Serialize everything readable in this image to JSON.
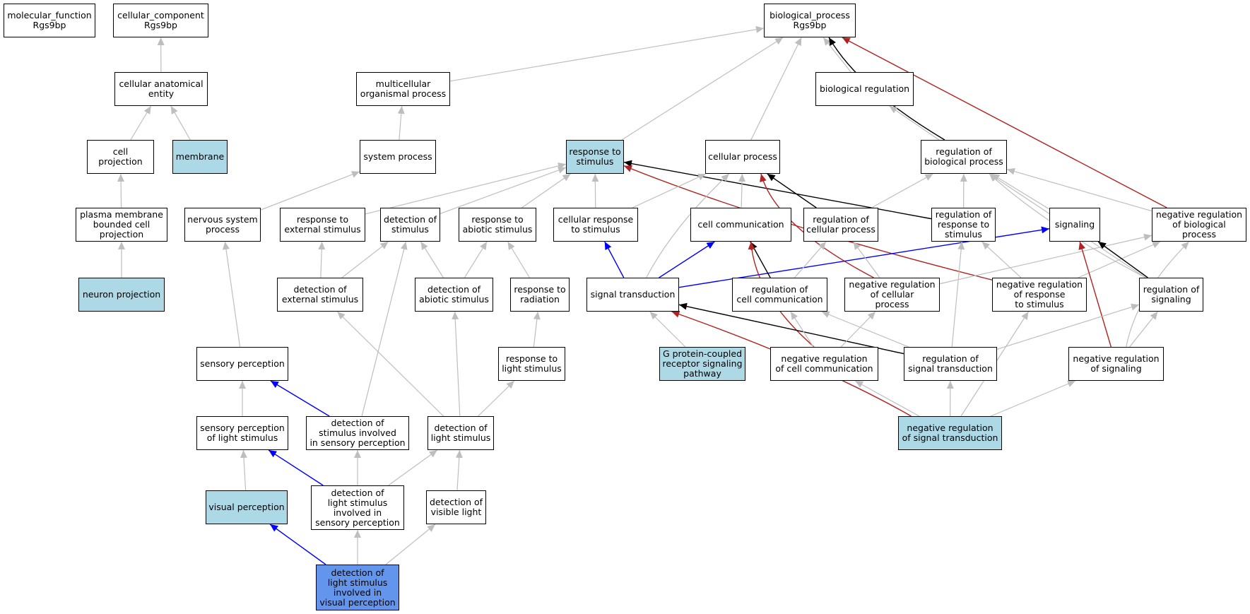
{
  "colors": {
    "is_a": "#bebebe",
    "part_of": "#0000ff",
    "regulates": "#000000",
    "negatively_regulates": "#b22222",
    "node_default": "#ffffff",
    "node_annotated": "#add8e6",
    "node_query": "#6495ed"
  },
  "nodes": {
    "mf": {
      "label": "molecular_function\nRgs9bp",
      "kind": "default"
    },
    "cc": {
      "label": "cellular_component\nRgs9bp",
      "kind": "default"
    },
    "bp": {
      "label": "biological_process\nRgs9bp",
      "kind": "default"
    },
    "cae": {
      "label": "cellular anatomical\nentity",
      "kind": "default"
    },
    "mop": {
      "label": "multicellular\norganismal process",
      "kind": "default"
    },
    "breg": {
      "label": "biological regulation",
      "kind": "default"
    },
    "cproj": {
      "label": "cell projection",
      "kind": "default"
    },
    "memb": {
      "label": "membrane",
      "kind": "annotated"
    },
    "sysp": {
      "label": "system process",
      "kind": "default"
    },
    "rts": {
      "label": "response to\nstimulus",
      "kind": "annotated"
    },
    "cellp": {
      "label": "cellular process",
      "kind": "default"
    },
    "rbp": {
      "label": "regulation of\nbiological process",
      "kind": "default"
    },
    "pmb": {
      "label": "plasma membrane\nbounded cell\nprojection",
      "kind": "default"
    },
    "nsp": {
      "label": "nervous system\nprocess",
      "kind": "default"
    },
    "rtes": {
      "label": "response to\nexternal stimulus",
      "kind": "default"
    },
    "dos": {
      "label": "detection of\nstimulus",
      "kind": "default"
    },
    "rtas": {
      "label": "response to\nabiotic stimulus",
      "kind": "default"
    },
    "crts": {
      "label": "cellular response\nto stimulus",
      "kind": "default"
    },
    "ccom": {
      "label": "cell communication",
      "kind": "default"
    },
    "rcp": {
      "label": "regulation of\ncellular process",
      "kind": "default"
    },
    "rrts": {
      "label": "regulation of\nresponse to\nstimulus",
      "kind": "default"
    },
    "sig": {
      "label": "signaling",
      "kind": "default"
    },
    "nrbp": {
      "label": "negative regulation\nof biological\nprocess",
      "kind": "default"
    },
    "np": {
      "label": "neuron projection",
      "kind": "annotated"
    },
    "does": {
      "label": "detection of\nexternal stimulus",
      "kind": "default"
    },
    "doas": {
      "label": "detection of\nabiotic stimulus",
      "kind": "default"
    },
    "rtr": {
      "label": "response to\nradiation",
      "kind": "default"
    },
    "st": {
      "label": "signal transduction",
      "kind": "default"
    },
    "rcc": {
      "label": "regulation of\ncell communication",
      "kind": "default"
    },
    "nrcp": {
      "label": "negative regulation\nof cellular\nprocess",
      "kind": "default"
    },
    "nrrts": {
      "label": "negative regulation\nof response\nto stimulus",
      "kind": "default"
    },
    "rsig": {
      "label": "regulation of\nsignaling",
      "kind": "default"
    },
    "sp": {
      "label": "sensory perception",
      "kind": "default"
    },
    "rtls": {
      "label": "response to\nlight stimulus",
      "kind": "default"
    },
    "gpcr": {
      "label": "G protein-coupled\nreceptor signaling\npathway",
      "kind": "annotated"
    },
    "nrcc": {
      "label": "negative regulation\nof cell communication",
      "kind": "default"
    },
    "rst": {
      "label": "regulation of\nsignal transduction",
      "kind": "default"
    },
    "nrsig": {
      "label": "negative regulation\nof signaling",
      "kind": "default"
    },
    "spls": {
      "label": "sensory perception\nof light stimulus",
      "kind": "default"
    },
    "dosisp": {
      "label": "detection of\nstimulus involved\nin sensory perception",
      "kind": "default"
    },
    "dols": {
      "label": "detection of\nlight stimulus",
      "kind": "default"
    },
    "nrst": {
      "label": "negative regulation\nof signal transduction",
      "kind": "annotated"
    },
    "vp": {
      "label": "visual perception",
      "kind": "annotated"
    },
    "dolsisp": {
      "label": "detection of\nlight stimulus\ninvolved in\nsensory perception",
      "kind": "default"
    },
    "dovl": {
      "label": "detection of\nvisible light",
      "kind": "default"
    },
    "dolsivp": {
      "label": "detection of\nlight stimulus\ninvolved in\nvisual perception",
      "kind": "query"
    }
  }
}
